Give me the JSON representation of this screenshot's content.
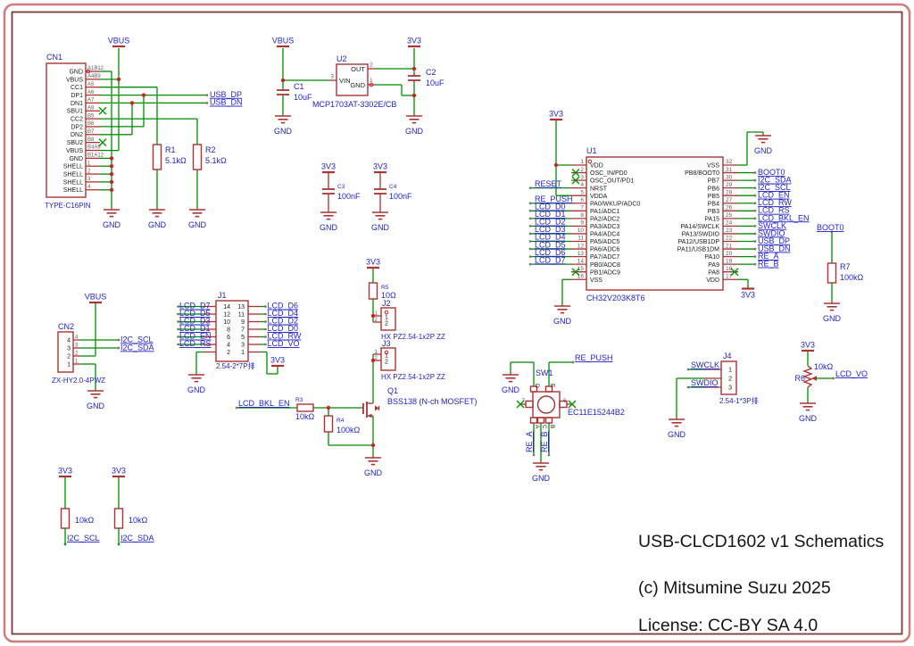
{
  "colors": {
    "wire_green": "#008b00",
    "symbol_red": "#aa3333",
    "net_blue": "#2222cc",
    "junction_red": "#cc2222",
    "title_text": "#141414",
    "border_outer": "#cf7b7b",
    "border_inner": "#7e3b3b"
  },
  "power": {
    "vbus": "VBUS",
    "v33": "3V3",
    "gnd": "GND"
  },
  "nets": {
    "usb_dp": "USB_DP",
    "usb_dn": "USB_DN",
    "re_push": "RE_PUSH",
    "boot0": "BOOT0",
    "i2c_scl": "I2C_SCL",
    "i2c_sda": "I2C_SDA",
    "lcd_bkl_en": "LCD_BKL_EN",
    "lcd_vo": "LCD_VO",
    "swclk": "SWCLK",
    "swdio": "SWDIO",
    "re_a": "RE_A",
    "re_b": "RE_B"
  },
  "cn1": {
    "ref": "CN1",
    "footprint": "TYPE-C16PIN",
    "pins": [
      {
        "name": "GND",
        "num": "A1B12"
      },
      {
        "name": "VBUS",
        "num": "A4B9"
      },
      {
        "name": "CC1",
        "num": "A5"
      },
      {
        "name": "DP1",
        "num": "A6"
      },
      {
        "name": "DN1",
        "num": "A7"
      },
      {
        "name": "SBU1",
        "num": "A8",
        "nc": true
      },
      {
        "name": "CC2",
        "num": "B5"
      },
      {
        "name": "DP2",
        "num": "B6"
      },
      {
        "name": "DN2",
        "num": "B7"
      },
      {
        "name": "SBU2",
        "num": "B8",
        "nc": true
      },
      {
        "name": "VBUS",
        "num": "B4A9"
      },
      {
        "name": "GND",
        "num": "B1A12"
      },
      {
        "name": "SHELL",
        "num": "1"
      },
      {
        "name": "SHELL",
        "num": "2"
      },
      {
        "name": "SHELL",
        "num": "3"
      },
      {
        "name": "SHELL",
        "num": "4"
      }
    ]
  },
  "cn2": {
    "ref": "CN2",
    "footprint": "ZX-HY2.0-4PWZ",
    "pins": [
      {
        "num": "4",
        "net": "I2C_SCL"
      },
      {
        "num": "3",
        "net": "I2C_SDA"
      },
      {
        "num": "2"
      },
      {
        "num": "1"
      }
    ]
  },
  "u1": {
    "ref": "U1",
    "part": "CH32V203K8T6",
    "left_pins": [
      {
        "num": "1",
        "name": "VDD"
      },
      {
        "num": "2",
        "name": "OSC_IN/PD0",
        "nc": true
      },
      {
        "num": "3",
        "name": "OSC_OUT/PD1",
        "nc": true
      },
      {
        "num": "4",
        "name": "NRST",
        "net": "RESET"
      },
      {
        "num": "5",
        "name": "VDDA"
      },
      {
        "num": "6",
        "name": "PA0/WKUP/ADC0",
        "net": "RE_PUSH"
      },
      {
        "num": "7",
        "name": "PA1/ADC1",
        "net": "LCD_D0"
      },
      {
        "num": "8",
        "name": "PA2/ADC2",
        "net": "LCD_D1"
      },
      {
        "num": "9",
        "name": "PA3/ADC3",
        "net": "LCD_D2"
      },
      {
        "num": "10",
        "name": "PA4/ADC4",
        "net": "LCD_D3"
      },
      {
        "num": "11",
        "name": "PA5/ADC5",
        "net": "LCD_D4"
      },
      {
        "num": "12",
        "name": "PA6/ADC6",
        "net": "LCD_D5"
      },
      {
        "num": "13",
        "name": "PA7/ADC7",
        "net": "LCD_D6"
      },
      {
        "num": "14",
        "name": "PB0/ADC8",
        "net": "LCD_D7"
      },
      {
        "num": "15",
        "name": "PB1/ADC9",
        "nc": true
      },
      {
        "num": "16",
        "name": "VSS"
      }
    ],
    "right_pins": [
      {
        "num": "32",
        "name": "VSS"
      },
      {
        "num": "31",
        "name": "PB8/BOOT0",
        "net": "BOOT0"
      },
      {
        "num": "30",
        "name": "PB7",
        "net": "I2C_SDA"
      },
      {
        "num": "29",
        "name": "PB6",
        "net": "I2C_SCL"
      },
      {
        "num": "28",
        "name": "PB5",
        "net": "LCD_EN"
      },
      {
        "num": "27",
        "name": "PB4",
        "net": "LCD_RW"
      },
      {
        "num": "26",
        "name": "PB3",
        "net": "LCD_RS"
      },
      {
        "num": "25",
        "name": "PA15",
        "net": "LCD_BKL_EN"
      },
      {
        "num": "24",
        "name": "PA14/SWCLK",
        "net": "SWCLK"
      },
      {
        "num": "23",
        "name": "PA13/SWDIO",
        "net": "SWDIO"
      },
      {
        "num": "22",
        "name": "PA12/USB1DP",
        "net": "USB_DP"
      },
      {
        "num": "21",
        "name": "PA11/USB1DM",
        "net": "USB_DN"
      },
      {
        "num": "20",
        "name": "PA10",
        "net": "RE_A"
      },
      {
        "num": "19",
        "name": "PA9",
        "net": "RE_B"
      },
      {
        "num": "18",
        "name": "PA8",
        "nc": true
      },
      {
        "num": "17",
        "name": "VDD"
      }
    ]
  },
  "u2": {
    "ref": "U2",
    "part": "MCP1703AT-3302E/CB",
    "pins": {
      "vin": {
        "num": "3",
        "name": "VIN"
      },
      "out": {
        "num": "2",
        "name": "OUT"
      },
      "gnd": {
        "num": "1",
        "name": "GND"
      }
    }
  },
  "j1": {
    "ref": "J1",
    "footprint": "2.54-2*7P排",
    "left": [
      {
        "num": "14",
        "net": "LCD_D7"
      },
      {
        "num": "12",
        "net": "LCD_D5"
      },
      {
        "num": "10",
        "net": "LCD_D3"
      },
      {
        "num": "8",
        "net": "LCD_D1"
      },
      {
        "num": "6",
        "net": "LCD_EN"
      },
      {
        "num": "4",
        "net": "LCD_RS"
      },
      {
        "num": "2"
      }
    ],
    "right": [
      {
        "num": "13",
        "net": "LCD_D6"
      },
      {
        "num": "11",
        "net": "LCD_D4"
      },
      {
        "num": "9",
        "net": "LCD_D2"
      },
      {
        "num": "7",
        "net": "LCD_D0"
      },
      {
        "num": "5",
        "net": "LCD_RW"
      },
      {
        "num": "3",
        "net": "LCD_VO"
      },
      {
        "num": "1"
      }
    ]
  },
  "j2": {
    "ref": "J2",
    "footprint": "HX PZ2.54-1x2P ZZ",
    "pins": [
      "1",
      "2"
    ]
  },
  "j3": {
    "ref": "J3",
    "footprint": "HX PZ2.54-1x2P ZZ",
    "pins": [
      "1",
      "2"
    ]
  },
  "j4": {
    "ref": "J4",
    "footprint": "2.54-1*3P排",
    "pins": [
      "1",
      "2",
      "3"
    ]
  },
  "q1": {
    "ref": "Q1",
    "part": "BSS138 (N-ch MOSFET)"
  },
  "sw1": {
    "ref": "SW1",
    "part": "EC11E15244B2",
    "pins": {
      "d": "D",
      "e": "E",
      "p7": "7",
      "p6": "6",
      "a": "A",
      "c": "C",
      "b": "B"
    }
  },
  "r1": {
    "ref": "R1",
    "value": "5.1kΩ"
  },
  "r2": {
    "ref": "R2",
    "value": "5.1kΩ"
  },
  "r3": {
    "ref": "R3",
    "value": "10kΩ"
  },
  "r4": {
    "ref": "R4",
    "value": "100kΩ"
  },
  "r5": {
    "ref": "R5",
    "value": "10Ω"
  },
  "r6": {
    "ref": "R6",
    "value": "10kΩ"
  },
  "r7": {
    "ref": "R7",
    "value": "100kΩ"
  },
  "rp_scl": {
    "value": "10kΩ"
  },
  "rp_sda": {
    "value": "10kΩ"
  },
  "c1": {
    "ref": "C1",
    "value": "10uF"
  },
  "c2": {
    "ref": "C2",
    "value": "10uF"
  },
  "c3": {
    "ref": "C3",
    "value": "100nF"
  },
  "c4": {
    "ref": "C4",
    "value": "100nF"
  },
  "title_block": {
    "line1": "USB-CLCD1602 v1 Schematics",
    "line2": "(c) Mitsumine Suzu 2025",
    "line3": "License: CC-BY SA 4.0"
  }
}
